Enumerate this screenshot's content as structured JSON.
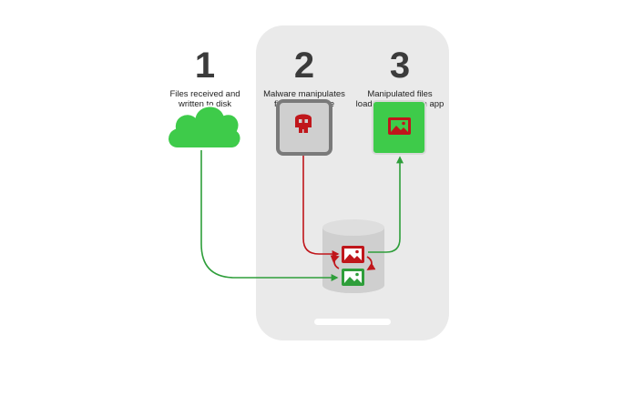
{
  "steps": [
    {
      "number": "1",
      "caption_line1": "Files received and",
      "caption_line2": "written to disk"
    },
    {
      "number": "2",
      "caption_line1": "Malware manipulates",
      "caption_line2": "files in real time"
    },
    {
      "number": "3",
      "caption_line1": "Manipulated files",
      "caption_line2": "loaded for users in app"
    }
  ],
  "icons": {
    "cloud": "cloud-icon",
    "malware": "skull-icon",
    "storage": "database-icon",
    "image": "image-icon",
    "swap": "swap-arrows-icon"
  },
  "colors": {
    "green": "#3ecb4a",
    "green_dark": "#2e9e3a",
    "red": "#c0161b",
    "gray_box": "#cfcfcf",
    "gray_border": "#7a7a7a",
    "phone_bg": "#eaeaea"
  }
}
